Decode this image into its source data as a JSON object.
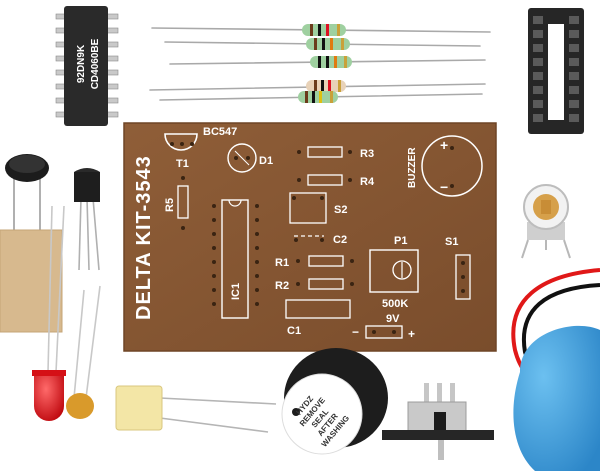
{
  "pcb": {
    "title": "DELTA KIT-3543",
    "labels": {
      "bc547": "BC547",
      "t1": "T1",
      "d1": "D1",
      "r3": "R3",
      "r4": "R4",
      "r5": "R5",
      "s2": "S2",
      "c2": "C2",
      "r1": "R1",
      "r2": "R2",
      "ic1": "IC1",
      "c1": "C1",
      "p1": "P1",
      "s1": "S1",
      "buzzer": "BUZZER",
      "plus_top": "+",
      "minus_top": "−",
      "pot_value": "500K",
      "voltage": "9V",
      "bat_minus": "−",
      "bat_plus": "+"
    }
  },
  "ic_chip": {
    "line1": "92DN9K",
    "line2": "CD4060BE"
  },
  "buzzer_sticker": {
    "line1": "HYDZ",
    "line2": "REMOVE",
    "line3": "SEAL",
    "line4": "AFTER",
    "line5": "WASHING"
  },
  "colors": {
    "pcb": "#8a5a34",
    "pcb_edge": "#6e4526",
    "silk": "#ffffff",
    "battery_clip": "#3a9ad8",
    "resistor_body": "#9fd0a0",
    "cap_yellow": "#f3e6a6",
    "led_red": "#e4141a"
  }
}
